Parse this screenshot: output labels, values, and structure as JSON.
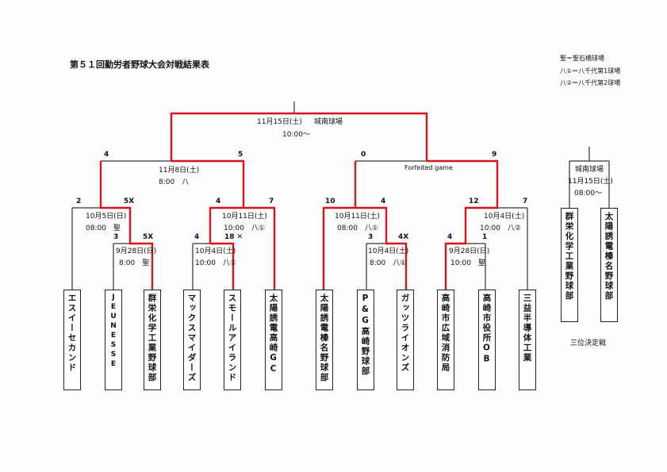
{
  "title": "第５１回勤労者野球大会対戦結果表",
  "legend": [
    "聖＝聖石橋球場",
    "八①＝八千代第1球場",
    "八②＝八千代第2球場"
  ],
  "final": {
    "date": "11月15日(土)",
    "venue": "城南球場",
    "time": "10:00～"
  },
  "semi_left": {
    "date": "11月8日(土)",
    "time": "8:00　八",
    "score_left": "4",
    "score_right": "5"
  },
  "semi_right": {
    "note": "Forfeited game",
    "score_left": "0",
    "score_right": "9"
  },
  "q1": {
    "date": "10月5日(日)",
    "time": "08:00　聖",
    "score_left": "2",
    "score_right": "5X"
  },
  "q1a": {
    "date": "9月28日(日)",
    "time": "8:00　聖",
    "score_left": "3",
    "score_right": "5X"
  },
  "q2": {
    "date": "10月11日(土)",
    "time": "10:00　八①",
    "score_left": "4",
    "score_right": "7"
  },
  "q2a": {
    "date": "10月4日(土)",
    "time": "10:00　八①",
    "score_left": "4",
    "score_right": "18 ✕"
  },
  "q3": {
    "date": "10月11日(土)",
    "time": "08:00　八①",
    "score_left": "10",
    "score_right": "4"
  },
  "q3a": {
    "date": "10月4日(土)",
    "time": "8:00　八①",
    "score_left": "3",
    "score_right": "4X"
  },
  "q4": {
    "date": "10月4日(土)",
    "time": "10:00　八②",
    "score_left": "12",
    "score_right": "7"
  },
  "q4a": {
    "date": "9月28日(日)",
    "time": "10:00　聖",
    "score_left": "4",
    "score_right": "1"
  },
  "third": {
    "venue": "城南球場",
    "date": "11月15日(土)",
    "time": "08:00～",
    "label": "三位決定戦"
  },
  "teams": [
    "エスイーセカンド",
    "JEUNESSE",
    "群栄化学工業野球部",
    "マックスマイダーズ",
    "スモールアイランド",
    "太陽誘電高崎GC",
    "太陽誘電榛名野球部",
    "P&G高崎野球部",
    "ガッツライオンズ",
    "高崎市広域消防局",
    "高崎市役所OB",
    "三益半導体工業"
  ],
  "third_teams": [
    "群栄化学工業野球部",
    "太陽誘電榛名野球部"
  ],
  "colors": {
    "winner_line": "#d8141e",
    "line": "#333333"
  }
}
